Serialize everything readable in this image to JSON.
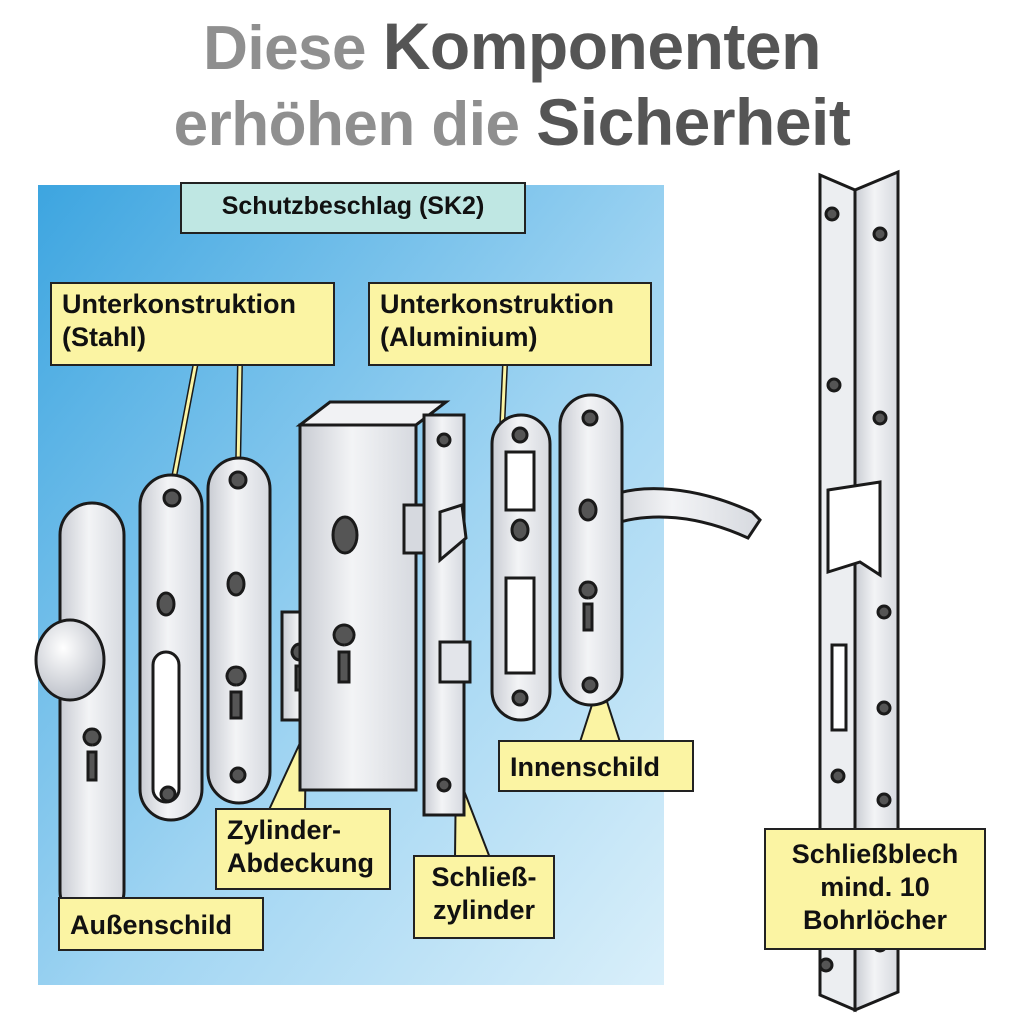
{
  "title": {
    "line1_light": "Diese",
    "line1_strong": "Komponenten",
    "line2_light": "erhöhen die",
    "line2_strong": "Sicherheit"
  },
  "labels": {
    "schutzbeschlag": "Schutzbeschlag (SK2)",
    "unterkonstruktion_stahl_1": "Unterkonstruktion",
    "unterkonstruktion_stahl_2": "(Stahl)",
    "unterkonstruktion_alu_1": "Unterkonstruktion",
    "unterkonstruktion_alu_2": "(Aluminium)",
    "innenschild": "Innenschild",
    "zylinder_1": "Zylinder-",
    "zylinder_2": "Abdeckung",
    "schliesszylinder_1": "Schließ-",
    "schliesszylinder_2": "zylinder",
    "aussenschild": "Außenschild",
    "schliessblech_1": "Schließblech",
    "schliessblech_2": "mind. 10",
    "schliessblech_3": "Bohrlöcher"
  },
  "colors": {
    "panel_top": "#3da5e0",
    "panel_bottom": "#d9effa",
    "label_fill": "#fbf4a3",
    "header_fill": "#bfe7e3",
    "metal": "#e6e8ec",
    "outline": "#1a1a1a"
  }
}
